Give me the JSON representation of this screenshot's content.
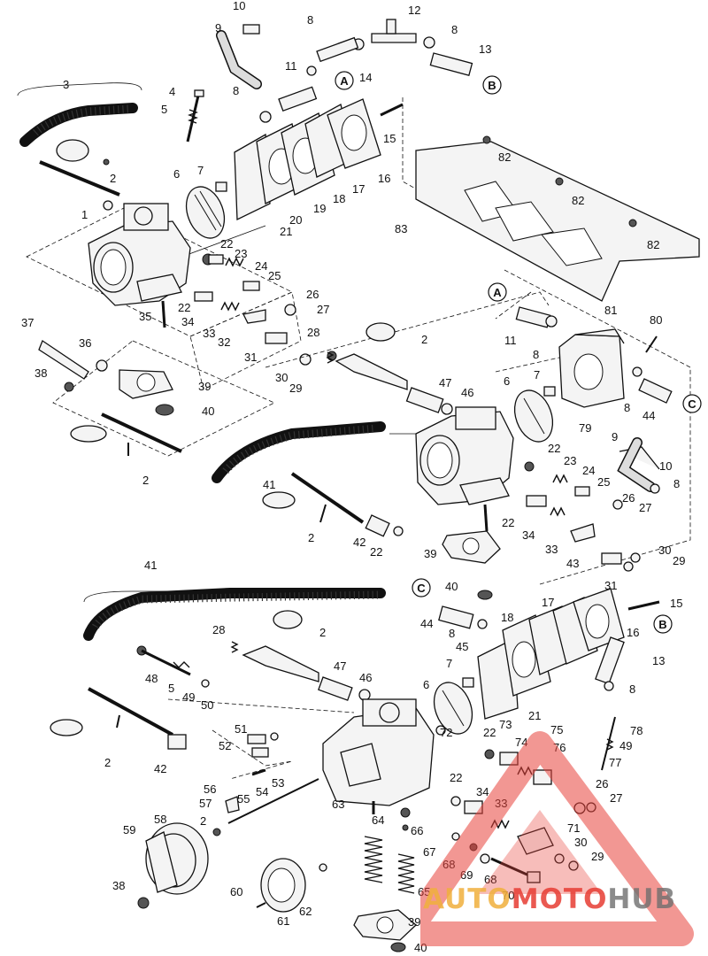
{
  "refs": {
    "a": "A",
    "b": "B",
    "c": "C"
  },
  "labels": {
    "l1": "1",
    "l2": "2",
    "l3": "3",
    "l4": "4",
    "l5": "5",
    "l6": "6",
    "l7": "7",
    "l8": "8",
    "l9": "9",
    "l10": "10",
    "l11": "11",
    "l12": "12",
    "l13": "13",
    "l14": "14",
    "l15": "15",
    "l16": "16",
    "l17": "17",
    "l18": "18",
    "l19": "19",
    "l20": "20",
    "l21": "21",
    "l22": "22",
    "l23": "23",
    "l24": "24",
    "l25": "25",
    "l26": "26",
    "l27": "27",
    "l28": "28",
    "l29": "29",
    "l30": "30",
    "l31": "31",
    "l32": "32",
    "l33": "33",
    "l34": "34",
    "l35": "35",
    "l36": "36",
    "l37": "37",
    "l38": "38",
    "l39": "39",
    "l40": "40",
    "l41": "41",
    "l42": "42",
    "l43": "43",
    "l44": "44",
    "l45": "45",
    "l46": "46",
    "l47": "47",
    "l48": "48",
    "l49": "49",
    "l50": "50",
    "l51": "51",
    "l52": "52",
    "l53": "53",
    "l54": "54",
    "l55": "55",
    "l56": "56",
    "l57": "57",
    "l58": "58",
    "l59": "59",
    "l60": "60",
    "l61": "61",
    "l62": "62",
    "l63": "63",
    "l64": "64",
    "l65": "65",
    "l66": "66",
    "l67": "67",
    "l68": "68",
    "l69": "69",
    "l70": "70",
    "l71": "71",
    "l72": "72",
    "l73": "73",
    "l74": "74",
    "l75": "75",
    "l76": "76",
    "l77": "77",
    "l78": "78",
    "l79": "79",
    "l80": "80",
    "l81": "81",
    "l82": "82",
    "l83": "83"
  },
  "watermark": {
    "brand_auto": "AUTO",
    "brand_moto": "MOTO",
    "brand_hub": "HUB",
    "triangle_color": "#e8413a",
    "auto_color": "#f0af3c",
    "hub_color": "#6e6e6e"
  }
}
